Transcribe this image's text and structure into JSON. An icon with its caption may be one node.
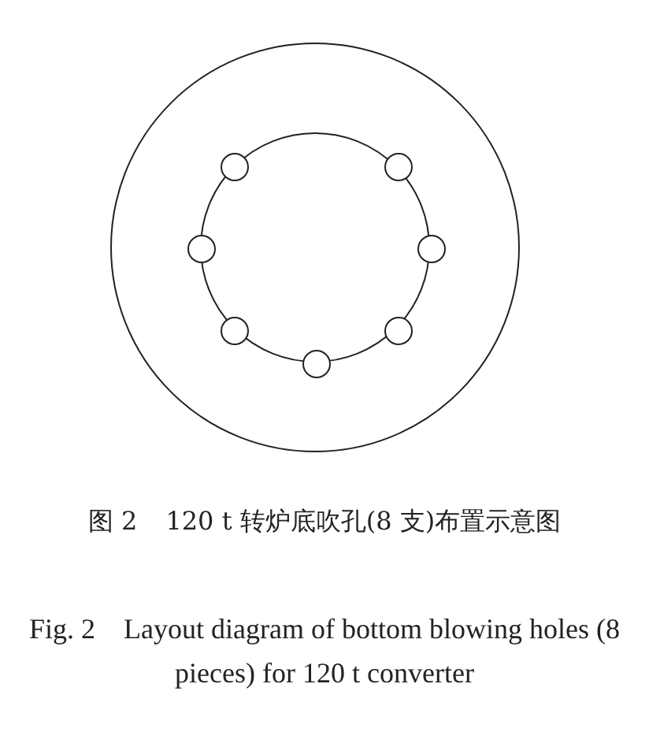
{
  "diagram": {
    "nodes": [
      {
        "text": [],
        "shape": "circle"
      },
      {
        "text": [],
        "shape": "circle",
        "in": 0
      },
      {
        "text": [],
        "shape": "circle",
        "in": 0
      },
      {
        "text": [],
        "shape": "circle",
        "in": 0
      },
      {
        "text": [],
        "shape": "circle",
        "in": 0
      },
      {
        "text": [],
        "shape": "circle",
        "in": 0
      },
      {
        "text": [],
        "shape": "circle",
        "in": 0
      },
      {
        "text": [],
        "shape": "circle",
        "in": 0
      }
    ],
    "labels": [
      "图 2",
      "120 t 转炉底吹孔(8 支)布置示意图",
      "Fig. 2",
      "Layout diagram of bottom blowing holes (8 pieces) for 120 t converter"
    ]
  }
}
